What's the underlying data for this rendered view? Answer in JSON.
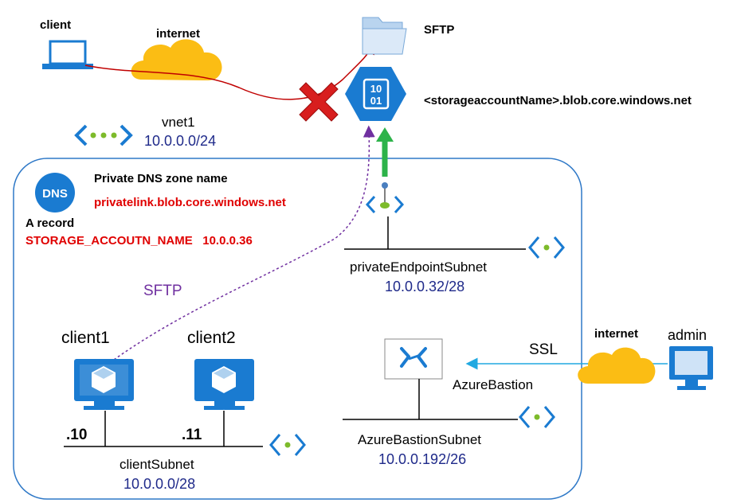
{
  "labels": {
    "client": "client",
    "internet_top": "internet",
    "sftp_top": "SFTP",
    "storage_host": "<storageaccountName>.blob.core.windows.net",
    "vnet_name": "vnet1",
    "vnet_cidr": "10.0.0.0/24",
    "dns_zone_title": "Private DNS zone name",
    "dns_zone_value": "privatelink.blob.core.windows.net",
    "a_record_title": "A record",
    "a_record_value": "STORAGE_ACCOUTN_NAME   10.0.0.36",
    "pe_subnet_name": "privateEndpointSubnet",
    "pe_subnet_cidr": "10.0.0.32/28",
    "sftp_mid": "SFTP",
    "client1": "client1",
    "client2": "client2",
    "client1_ip": ".10",
    "client2_ip": ".11",
    "client_subnet_name": "clientSubnet",
    "client_subnet_cidr": "10.0.0.0/28",
    "ssl": "SSL",
    "internet_right": "internet",
    "admin": "admin",
    "bastion_name": "AzureBastion",
    "bastion_subnet_name": "AzureBastionSubnet",
    "bastion_subnet_cidr": "10.0.0.192/26"
  },
  "icons": {
    "laptop": "laptop-icon",
    "cloud": "cloud-icon",
    "folder": "folder-icon",
    "storage": "storage-account-icon",
    "blocked": "x-mark-icon",
    "vnet": "vnet-icon",
    "dns": "dns-icon",
    "private_endpoint": "private-endpoint-icon",
    "subnet": "subnet-icon",
    "vm": "virtual-machine-icon",
    "bastion": "bastion-icon",
    "monitor": "monitor-icon"
  },
  "colors": {
    "azure_blue": "#1a7bd1",
    "dark_blue_text": "#1f2a8a",
    "red_text": "#e00000",
    "purple_text": "#7030a0",
    "cloud_yellow": "#fbbd14",
    "blocked_red": "#d81e1e",
    "green_arrow": "#2db34a",
    "ssl_arrow": "#21a9e1"
  }
}
